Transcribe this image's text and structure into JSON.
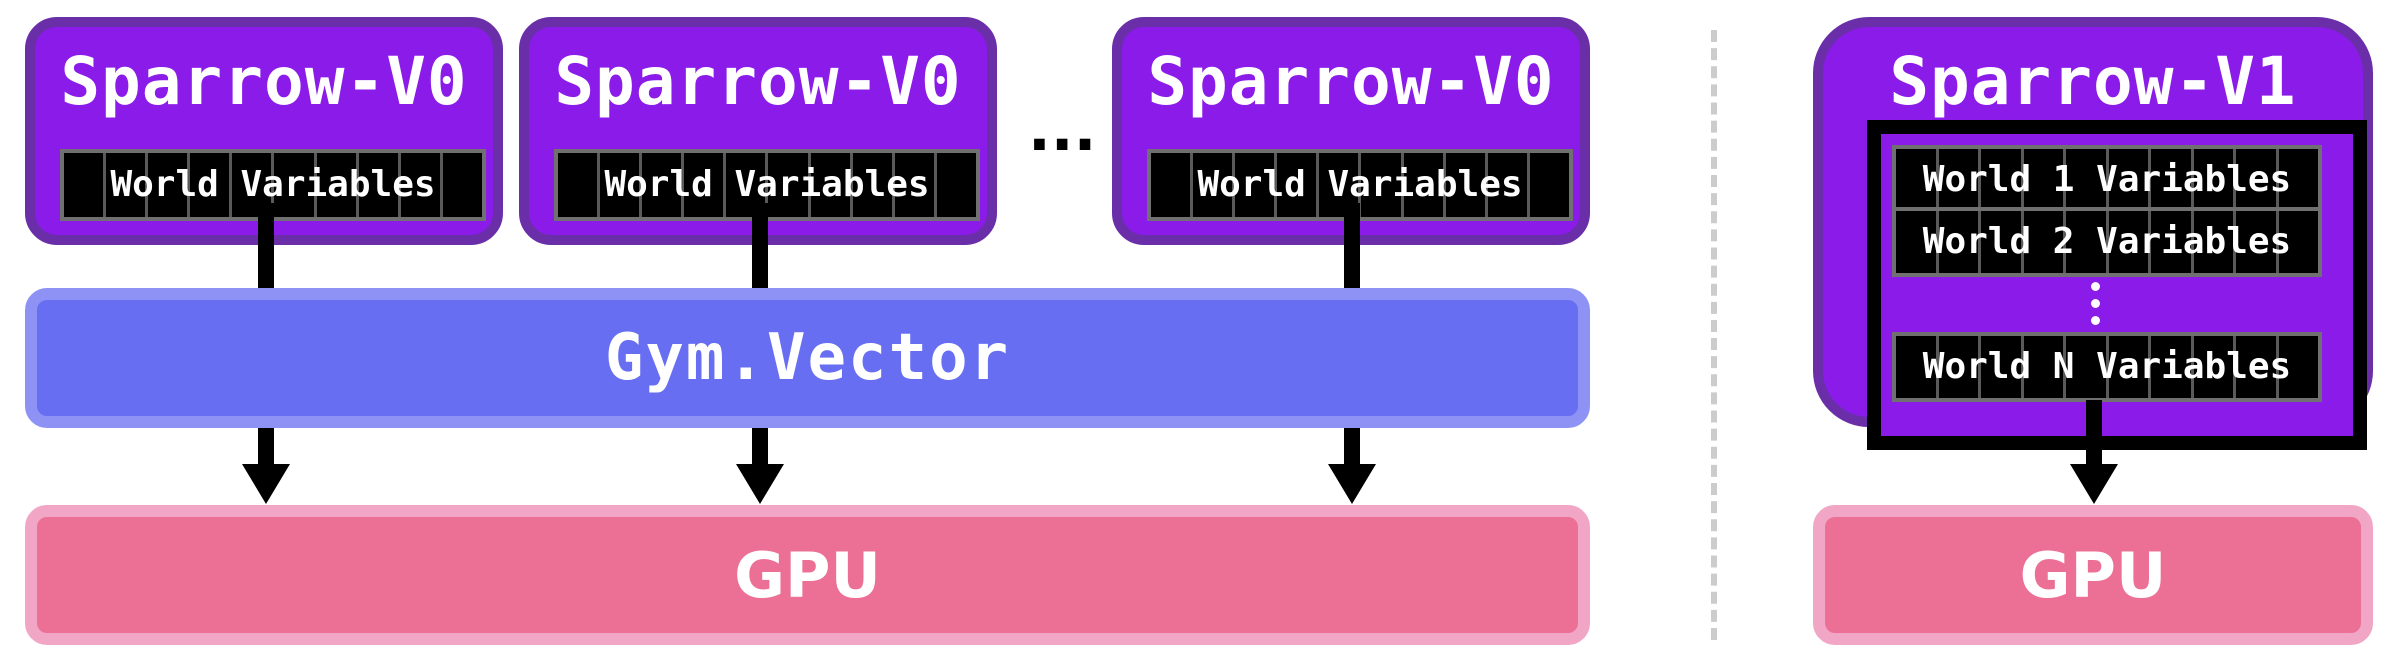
{
  "left": {
    "instances": [
      {
        "title": "Sparrow-V0",
        "vars_label": "World Variables"
      },
      {
        "title": "Sparrow-V0",
        "vars_label": "World Variables"
      },
      {
        "title": "Sparrow-V0",
        "vars_label": "World Variables"
      }
    ],
    "ellipsis": "...",
    "vectorizer_label": "Gym.Vector",
    "gpu_label": "GPU"
  },
  "right": {
    "title": "Sparrow-V1",
    "world_rows": [
      "World 1 Variables",
      "World 2 Variables",
      "World N Variables"
    ],
    "gpu_label": "GPU"
  },
  "colors": {
    "sparrow_fill": "#8a1be8",
    "sparrow_border": "#6a2fa8",
    "gym_fill": "#676ef2",
    "gym_border": "#8e92f5",
    "gpu_fill": "#ec7096",
    "gpu_border": "#f2a6c6",
    "divider": "#cccccc"
  }
}
